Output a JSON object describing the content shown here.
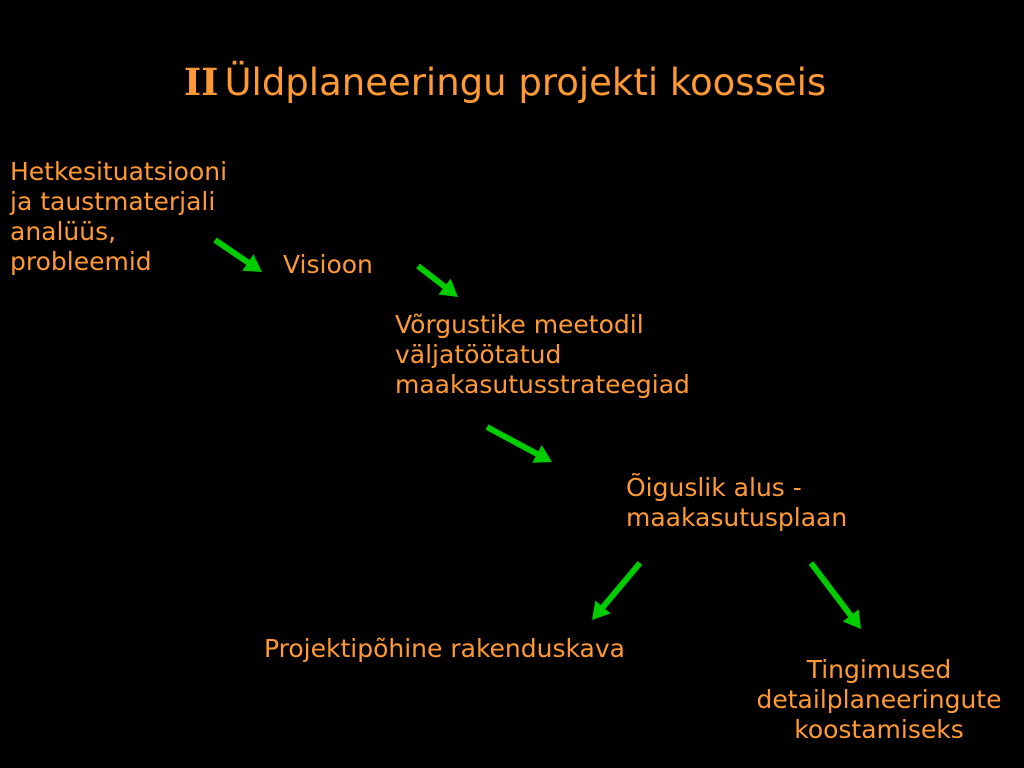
{
  "title": {
    "prefix": "II",
    "text": "Üldplaneeringu projekti koosseis"
  },
  "nodes": {
    "background_analysis": "Hetkesituatsiooni\nja taustmaterjali\nanalüüs,\nprobleemid",
    "vision": "Visioon",
    "strategies": "Võrgustike meetodil\nväljatöötatud\nmaakasutusstrateegiad",
    "legal_basis": "Õiguslik alus -\nmaakasutusplaan",
    "implementation_plan": "Projektipõhine rakenduskava",
    "conditions": "Tingimused\ndetailplaneeringute\nkoostamiseks"
  },
  "colors": {
    "background": "#000000",
    "text": "#FF9933",
    "arrow": "#00CC00"
  }
}
